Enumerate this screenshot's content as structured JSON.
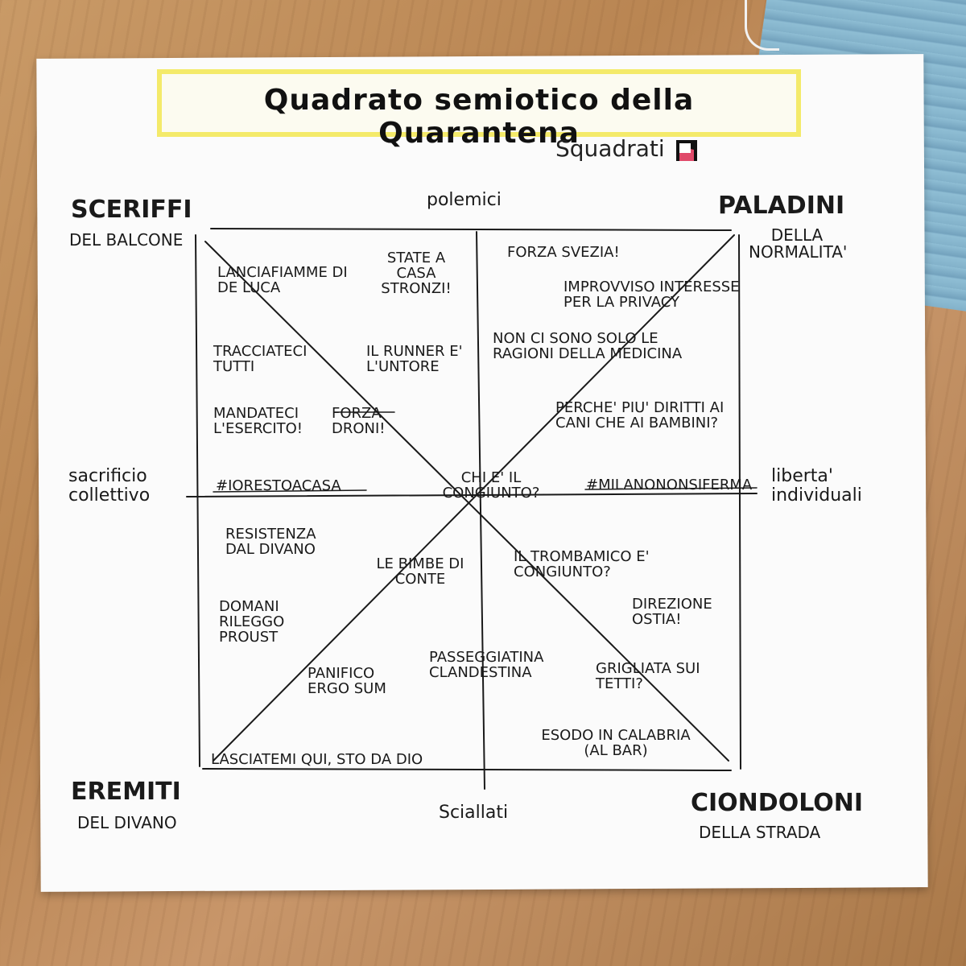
{
  "title": "Quadrato semiotico della Quarantena",
  "brand": "Squadrati",
  "axes": {
    "top": "polemici",
    "bottom": "Sciallati",
    "left": "sacrificio collettivo",
    "right": "liberta' individuali"
  },
  "corners": {
    "top_left": {
      "main": "SCERIFFI",
      "sub": "DEL BALCONE"
    },
    "top_right": {
      "main": "PALADINI",
      "sub": "DELLA NORMALITA'"
    },
    "bottom_left": {
      "main": "EREMITI",
      "sub": "DEL DIVANO"
    },
    "bottom_right": {
      "main": "CIONDOLONI",
      "sub": "DELLA STRADA"
    }
  },
  "notes": {
    "lanciafiamme": "LANCIAFIAMME DI DE LUCA",
    "state_a_casa": "STATE A CASA STRONZI!",
    "tracciateci": "TRACCIATECI TUTTI",
    "runner": "IL RUNNER E' L'UNTORE",
    "mandateci": "MANDATECI L'ESERCITO!",
    "forza_droni": "FORZA DRONI!",
    "forza_svezia": "FORZA SVEZIA!",
    "privacy": "IMPROVVISO INTERESSE PER LA PRIVACY",
    "medicina": "NON CI SONO SOLO LE RAGIONI DELLA MEDICINA",
    "cani": "PERCHE' PIU' DIRITTI AI CANI CHE AI BAMBINI?",
    "io_resto": "#IORESTOACASA",
    "congiunto_center": "CHI E' IL CONGIUNTO?",
    "milano": "#MILANONONSIFERMA",
    "resistenza": "RESISTENZA DAL DIVANO",
    "bimbe": "LE BIMBE DI CONTE",
    "trombamico": "IL TROMBAMICO E' CONGIUNTO?",
    "proust": "DOMANI RILEGGO PROUST",
    "ostia": "DIREZIONE OSTIA!",
    "panifico": "PANIFICO ERGO SUM",
    "passeggiatina": "PASSEGGIATINA CLANDESTINA",
    "grigliata": "GRIGLIATA SUI TETTI?",
    "calabria": "ESODO IN CALABRIA (AL BAR)",
    "lasciatemi": "LASCIATEMI QUI, STO DA DIO"
  }
}
